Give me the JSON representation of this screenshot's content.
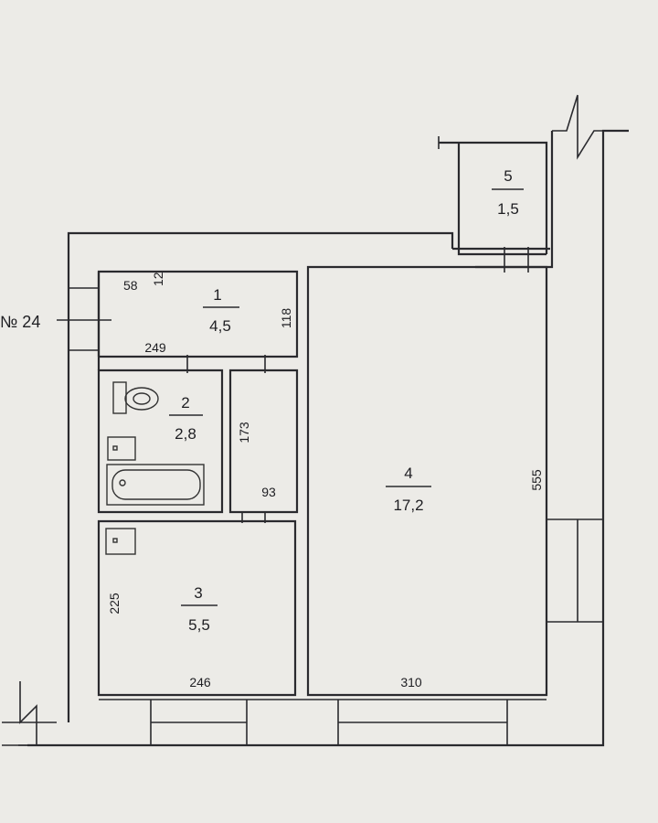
{
  "apartment_label": "№ 24",
  "rooms": [
    {
      "number": "1",
      "area": "4,5"
    },
    {
      "number": "2",
      "area": "2,8"
    },
    {
      "number": "3",
      "area": "5,5"
    },
    {
      "number": "4",
      "area": "17,2"
    },
    {
      "number": "5",
      "area": "1,5"
    }
  ],
  "dimensions": {
    "hall_small": "58",
    "hall_tiny": "12",
    "hall_height": "118",
    "hall_width": "249",
    "corridor_height": "173",
    "corridor_width": "93",
    "kitchen_height": "225",
    "kitchen_width": "246",
    "living_height": "555",
    "living_width": "310"
  }
}
